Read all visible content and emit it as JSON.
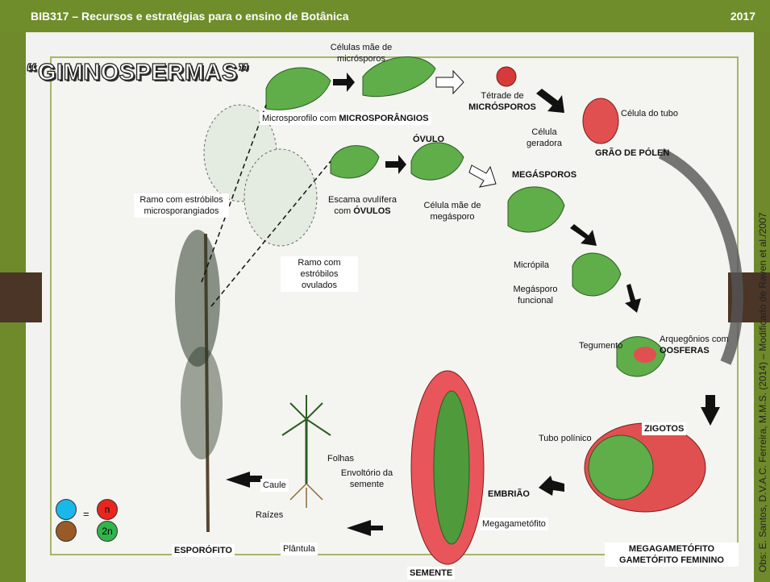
{
  "header": {
    "title": "BIB317 – Recursos e estratégias para o ensino de Botânica",
    "year": "2017"
  },
  "main_title": "“GIMNOSPERMAS”",
  "labels": {
    "celulas_mae_microsporos": "Células mãe de micrósporos",
    "microsporofilo_prefix": "Microsporofilo com ",
    "microsporangios": "MICROSPORÂNGIOS",
    "tetrade_de": "Tétrade de",
    "microsporos": "MICRÓSPOROS",
    "celula_do_tubo": "Célula do tubo",
    "celula_geradora": "Célula geradora",
    "grao_de_polen": "GRÃO DE PÓLEN",
    "ovulo": "ÓVULO",
    "megasporos": "MEGÁSPOROS",
    "ramo_micro": "Ramo com estróbilos microsporangiados",
    "escama_prefix": "Escama ovulífera com ",
    "ovulos": "ÓVULOS",
    "celula_mae_megasporo": "Célula mãe de megásporo",
    "ramo_ovulados": "Ramo com estróbilos ovulados",
    "micropila": "Micrópila",
    "megasporo_funcional": "Megásporo funcional",
    "tegumento": "Tegumento",
    "arquegonios": "Arquegônios com",
    "oosferas": "OOSFERAS",
    "zigotos": "ZIGOTOS",
    "tubo_polinico": "Tubo polínico",
    "folhas": "Folhas",
    "envoltorio": "Envoltório da semente",
    "embriao": "EMBRIÃO",
    "caule": "Caule",
    "raizes": "Raízes",
    "megagametofito": "Megagametófito",
    "megagametofito_caps": "MEGAGAMETÓFITO",
    "gametofito_feminino": "GAMETÓFITO FEMININO",
    "esporofito": "ESPORÓFITO",
    "plantula": "Plântula",
    "semente": "SEMENTE"
  },
  "legend": {
    "haploid": "n",
    "diploid": "2n",
    "equals": "="
  },
  "credit": "Obs: E. Santos, D.V.A.C. Ferreira, M.M.S. (2014) – Modificado de Raven et al./2007",
  "colors": {
    "header": "#6f8d2b",
    "plant_green": "#4f9a3a",
    "pollen_red": "#d73a3a",
    "seed_red": "#e8565c",
    "arrow": "#111111"
  }
}
